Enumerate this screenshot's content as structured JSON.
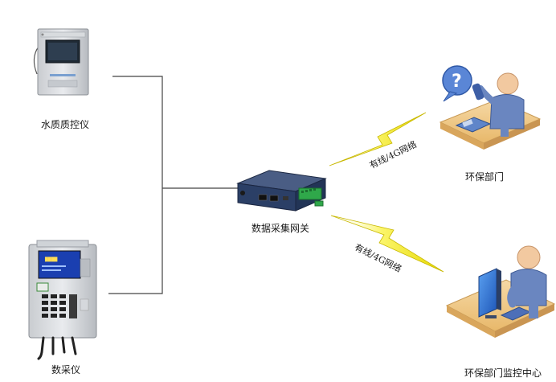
{
  "nodes": {
    "water_quality": "水质质控仪",
    "data_collector": "数采仪",
    "gateway": "数据采集网关",
    "env_dept": "环保部门",
    "monitor_center": "环保部门监控中心"
  },
  "links": {
    "upper": "有线/4G网络",
    "lower": "有线/4G网络"
  },
  "colors": {
    "line": "#444444",
    "bolt_light": "#f4f000",
    "bolt_dark": "#b8a800",
    "desk": "#f0c98a",
    "person": "#6a86c0",
    "screen": "#2a6fd6",
    "gateway_body": "#2b3f66",
    "terminal": "#2fa84a"
  }
}
